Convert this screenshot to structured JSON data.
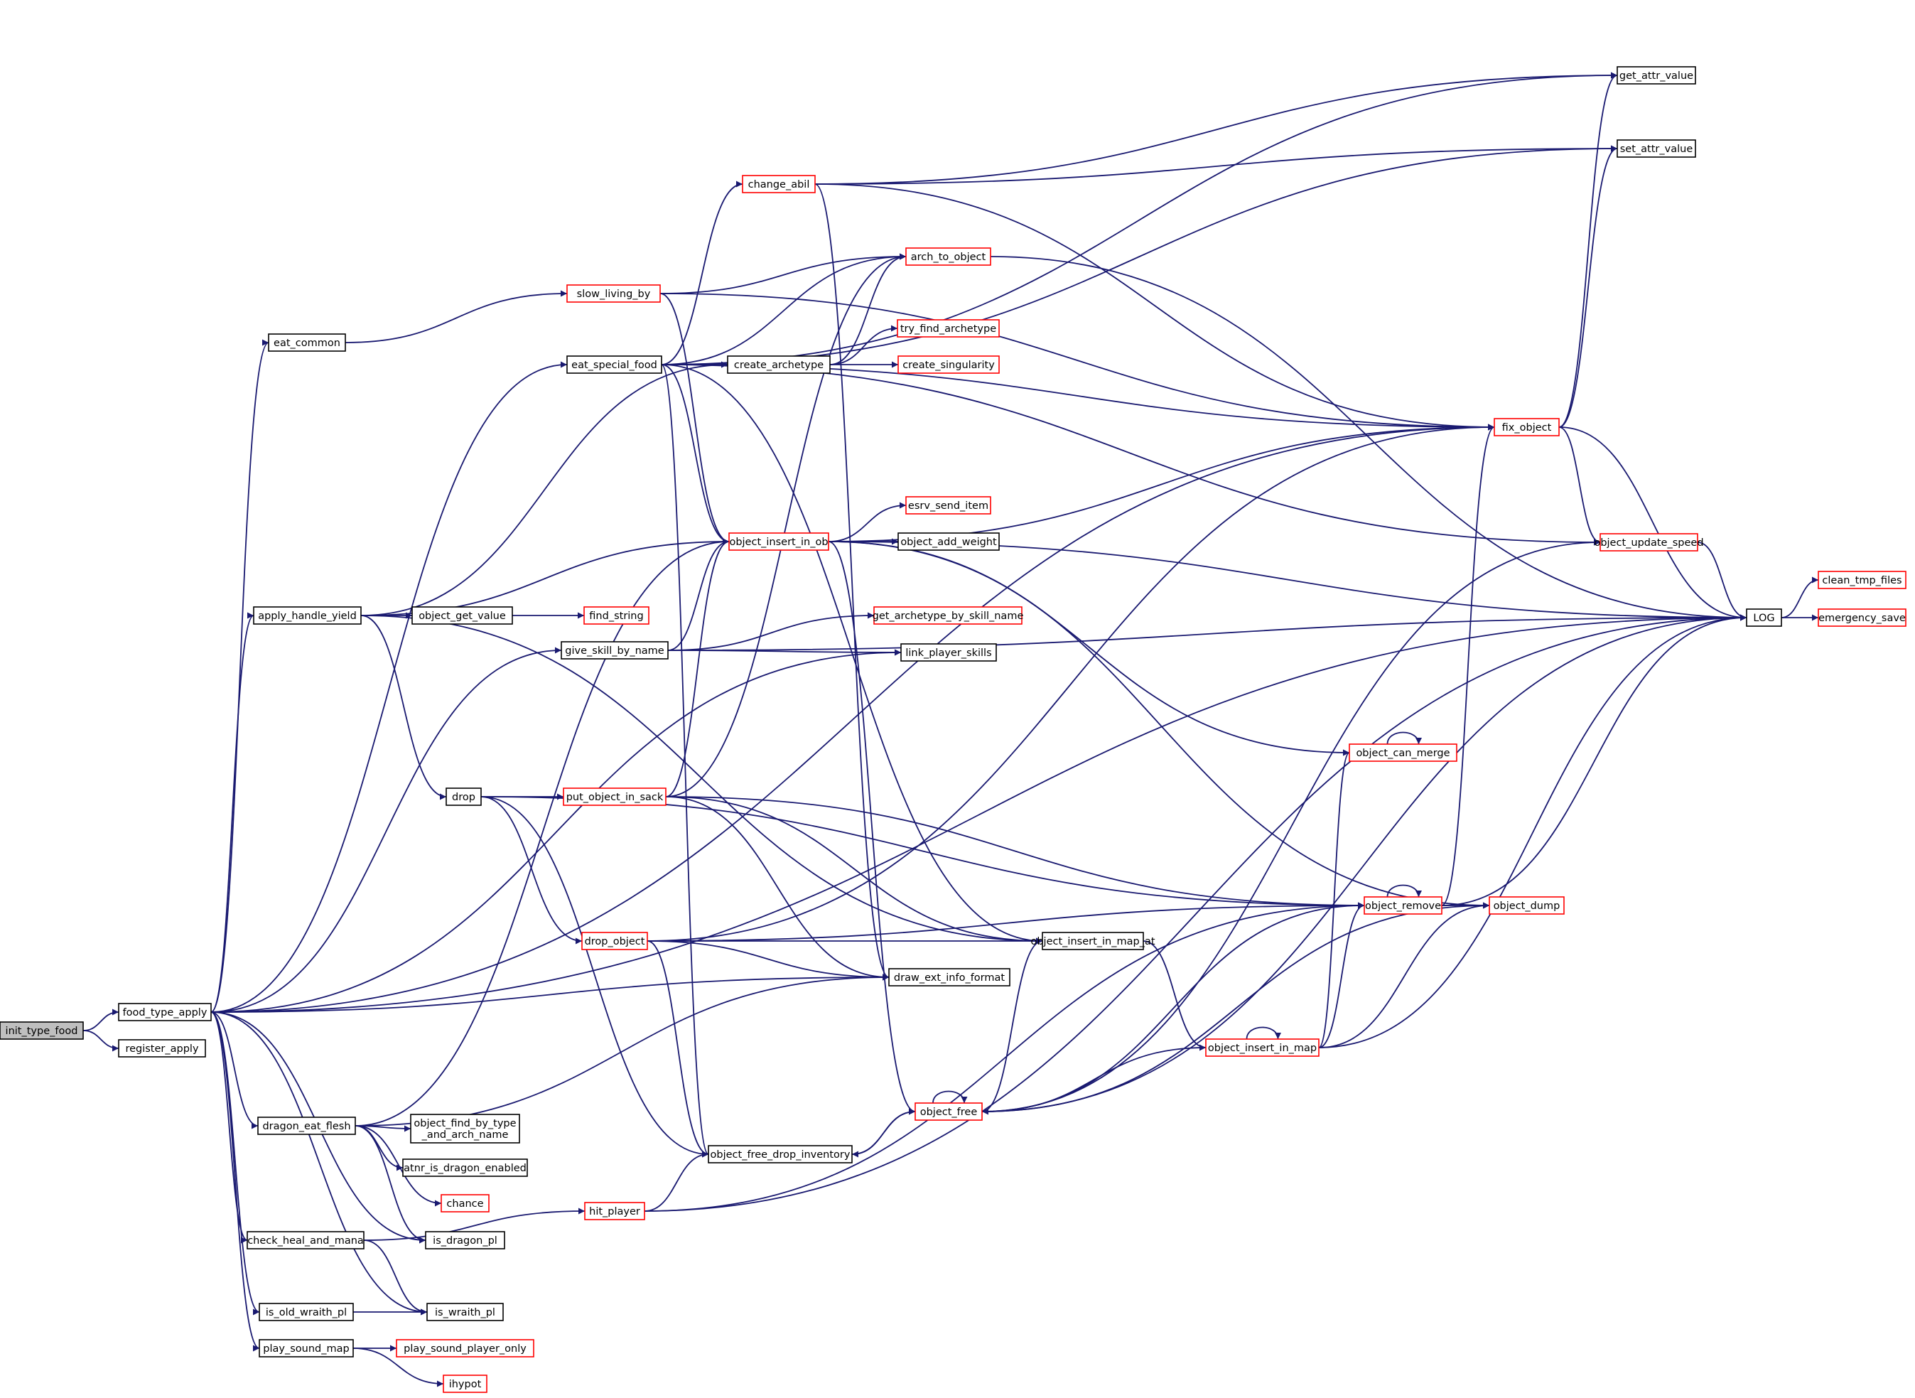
{
  "colors": {
    "edge": "#191970",
    "border_black": "#000000",
    "border_red": "#ff0000",
    "root_fill": "#bfbfbf",
    "node_fill": "#ffffff"
  },
  "nodes": [
    {
      "id": "init_type_food",
      "label": "init_type_food",
      "style": "root"
    },
    {
      "id": "food_type_apply",
      "label": "food_type_apply",
      "style": "black"
    },
    {
      "id": "register_apply",
      "label": "register_apply",
      "style": "black"
    },
    {
      "id": "eat_common",
      "label": "eat_common",
      "style": "black"
    },
    {
      "id": "apply_handle_yield",
      "label": "apply_handle_yield",
      "style": "black"
    },
    {
      "id": "dragon_eat_flesh",
      "label": "dragon_eat_flesh",
      "style": "black"
    },
    {
      "id": "check_heal_and_mana",
      "label": "check_heal_and_mana",
      "style": "black"
    },
    {
      "id": "is_old_wraith_pl",
      "label": "is_old_wraith_pl",
      "style": "black"
    },
    {
      "id": "play_sound_map",
      "label": "play_sound_map",
      "style": "black"
    },
    {
      "id": "slow_living_by",
      "label": "slow_living_by",
      "style": "red"
    },
    {
      "id": "eat_special_food",
      "label": "eat_special_food",
      "style": "black"
    },
    {
      "id": "object_get_value",
      "label": "object_get_value",
      "style": "black"
    },
    {
      "id": "give_skill_by_name",
      "label": "give_skill_by_name",
      "style": "black"
    },
    {
      "id": "drop",
      "label": "drop",
      "style": "black"
    },
    {
      "id": "object_find_by_type_and_arch_name",
      "label": "object_find_by_type\n_and_arch_name",
      "style": "black"
    },
    {
      "id": "atnr_is_dragon_enabled",
      "label": "atnr_is_dragon_enabled",
      "style": "black"
    },
    {
      "id": "chance",
      "label": "chance",
      "style": "red"
    },
    {
      "id": "is_dragon_pl",
      "label": "is_dragon_pl",
      "style": "black"
    },
    {
      "id": "is_wraith_pl",
      "label": "is_wraith_pl",
      "style": "black"
    },
    {
      "id": "play_sound_player_only",
      "label": "play_sound_player_only",
      "style": "red"
    },
    {
      "id": "ihypot",
      "label": "ihypot",
      "style": "red"
    },
    {
      "id": "change_abil",
      "label": "change_abil",
      "style": "red"
    },
    {
      "id": "create_archetype",
      "label": "create_archetype",
      "style": "black"
    },
    {
      "id": "find_string",
      "label": "find_string",
      "style": "red"
    },
    {
      "id": "put_object_in_sack",
      "label": "put_object_in_sack",
      "style": "red"
    },
    {
      "id": "drop_object",
      "label": "drop_object",
      "style": "red"
    },
    {
      "id": "hit_player",
      "label": "hit_player",
      "style": "red"
    },
    {
      "id": "object_free_drop_inventory",
      "label": "object_free_drop_inventory",
      "style": "black"
    },
    {
      "id": "arch_to_object",
      "label": "arch_to_object",
      "style": "red"
    },
    {
      "id": "try_find_archetype",
      "label": "try_find_archetype",
      "style": "red"
    },
    {
      "id": "create_singularity",
      "label": "create_singularity",
      "style": "red"
    },
    {
      "id": "esrv_send_item",
      "label": "esrv_send_item",
      "style": "red"
    },
    {
      "id": "object_insert_in_ob",
      "label": "object_insert_in_ob",
      "style": "red"
    },
    {
      "id": "object_add_weight",
      "label": "object_add_weight",
      "style": "black"
    },
    {
      "id": "get_archetype_by_skill_name",
      "label": "get_archetype_by_skill_name",
      "style": "red"
    },
    {
      "id": "link_player_skills",
      "label": "link_player_skills",
      "style": "black"
    },
    {
      "id": "object_insert_in_map_at",
      "label": "object_insert_in_map_at",
      "style": "black"
    },
    {
      "id": "draw_ext_info_format",
      "label": "draw_ext_info_format",
      "style": "black"
    },
    {
      "id": "object_free",
      "label": "object_free",
      "style": "red"
    },
    {
      "id": "object_can_merge",
      "label": "object_can_merge",
      "style": "red"
    },
    {
      "id": "object_remove",
      "label": "object_remove",
      "style": "red"
    },
    {
      "id": "object_insert_in_map",
      "label": "object_insert_in_map",
      "style": "red"
    },
    {
      "id": "get_attr_value",
      "label": "get_attr_value",
      "style": "black"
    },
    {
      "id": "set_attr_value",
      "label": "set_attr_value",
      "style": "black"
    },
    {
      "id": "fix_object",
      "label": "fix_object",
      "style": "red"
    },
    {
      "id": "object_update_speed",
      "label": "object_update_speed",
      "style": "red"
    },
    {
      "id": "object_dump",
      "label": "object_dump",
      "style": "red"
    },
    {
      "id": "LOG",
      "label": "LOG",
      "style": "black"
    },
    {
      "id": "clean_tmp_files",
      "label": "clean_tmp_files",
      "style": "red"
    },
    {
      "id": "emergency_save",
      "label": "emergency_save",
      "style": "red"
    }
  ],
  "edges": [
    [
      "init_type_food",
      "food_type_apply"
    ],
    [
      "init_type_food",
      "register_apply"
    ],
    [
      "food_type_apply",
      "LOG"
    ],
    [
      "food_type_apply",
      "eat_common"
    ],
    [
      "food_type_apply",
      "eat_special_food"
    ],
    [
      "food_type_apply",
      "apply_handle_yield"
    ],
    [
      "food_type_apply",
      "give_skill_by_name"
    ],
    [
      "food_type_apply",
      "link_player_skills"
    ],
    [
      "food_type_apply",
      "fix_object"
    ],
    [
      "food_type_apply",
      "draw_ext_info_format"
    ],
    [
      "food_type_apply",
      "dragon_eat_flesh"
    ],
    [
      "food_type_apply",
      "is_dragon_pl"
    ],
    [
      "food_type_apply",
      "check_heal_and_mana"
    ],
    [
      "food_type_apply",
      "is_old_wraith_pl"
    ],
    [
      "food_type_apply",
      "is_wraith_pl"
    ],
    [
      "food_type_apply",
      "play_sound_map"
    ],
    [
      "eat_common",
      "slow_living_by"
    ],
    [
      "slow_living_by",
      "arch_to_object"
    ],
    [
      "slow_living_by",
      "object_insert_in_ob"
    ],
    [
      "slow_living_by",
      "fix_object"
    ],
    [
      "eat_special_food",
      "change_abil"
    ],
    [
      "eat_special_food",
      "arch_to_object"
    ],
    [
      "eat_special_food",
      "create_archetype"
    ],
    [
      "eat_special_food",
      "get_attr_value"
    ],
    [
      "eat_special_food",
      "set_attr_value"
    ],
    [
      "eat_special_food",
      "fix_object"
    ],
    [
      "eat_special_food",
      "object_insert_in_ob"
    ],
    [
      "eat_special_food",
      "object_update_speed"
    ],
    [
      "eat_special_food",
      "object_free_drop_inventory"
    ],
    [
      "eat_special_food",
      "object_insert_in_map_at"
    ],
    [
      "apply_handle_yield",
      "create_archetype"
    ],
    [
      "apply_handle_yield",
      "object_insert_in_ob"
    ],
    [
      "apply_handle_yield",
      "object_get_value"
    ],
    [
      "apply_handle_yield",
      "drop"
    ],
    [
      "apply_handle_yield",
      "object_insert_in_map_at"
    ],
    [
      "object_get_value",
      "find_string"
    ],
    [
      "give_skill_by_name",
      "get_archetype_by_skill_name"
    ],
    [
      "give_skill_by_name",
      "object_insert_in_ob"
    ],
    [
      "give_skill_by_name",
      "link_player_skills"
    ],
    [
      "give_skill_by_name",
      "LOG"
    ],
    [
      "drop",
      "put_object_in_sack"
    ],
    [
      "drop",
      "drop_object"
    ],
    [
      "drop",
      "object_remove"
    ],
    [
      "drop",
      "object_free_drop_inventory"
    ],
    [
      "put_object_in_sack",
      "object_insert_in_ob"
    ],
    [
      "put_object_in_sack",
      "arch_to_object"
    ],
    [
      "put_object_in_sack",
      "object_remove"
    ],
    [
      "put_object_in_sack",
      "object_insert_in_map_at"
    ],
    [
      "put_object_in_sack",
      "draw_ext_info_format"
    ],
    [
      "drop_object",
      "fix_object"
    ],
    [
      "drop_object",
      "object_remove"
    ],
    [
      "drop_object",
      "draw_ext_info_format"
    ],
    [
      "drop_object",
      "object_insert_in_map_at"
    ],
    [
      "drop_object",
      "object_free_drop_inventory"
    ],
    [
      "dragon_eat_flesh",
      "object_find_by_type_and_arch_name"
    ],
    [
      "dragon_eat_flesh",
      "atnr_is_dragon_enabled"
    ],
    [
      "dragon_eat_flesh",
      "chance"
    ],
    [
      "dragon_eat_flesh",
      "is_dragon_pl"
    ],
    [
      "dragon_eat_flesh",
      "object_insert_in_ob"
    ],
    [
      "dragon_eat_flesh",
      "draw_ext_info_format"
    ],
    [
      "check_heal_and_mana",
      "hit_player"
    ],
    [
      "check_heal_and_mana",
      "is_wraith_pl"
    ],
    [
      "is_old_wraith_pl",
      "is_wraith_pl"
    ],
    [
      "play_sound_map",
      "play_sound_player_only"
    ],
    [
      "play_sound_map",
      "ihypot"
    ],
    [
      "hit_player",
      "object_free_drop_inventory"
    ],
    [
      "hit_player",
      "object_remove"
    ],
    [
      "hit_player",
      "LOG"
    ],
    [
      "change_abil",
      "get_attr_value"
    ],
    [
      "change_abil",
      "set_attr_value"
    ],
    [
      "change_abil",
      "fix_object"
    ],
    [
      "change_abil",
      "draw_ext_info_format"
    ],
    [
      "create_archetype",
      "arch_to_object"
    ],
    [
      "create_archetype",
      "try_find_archetype"
    ],
    [
      "create_archetype",
      "create_singularity"
    ],
    [
      "arch_to_object",
      "LOG"
    ],
    [
      "object_insert_in_ob",
      "esrv_send_item"
    ],
    [
      "object_insert_in_ob",
      "object_add_weight"
    ],
    [
      "object_insert_in_ob",
      "fix_object"
    ],
    [
      "object_insert_in_ob",
      "LOG"
    ],
    [
      "object_insert_in_ob",
      "object_can_merge"
    ],
    [
      "object_insert_in_ob",
      "object_free"
    ],
    [
      "object_insert_in_ob",
      "object_dump"
    ],
    [
      "object_insert_in_map_at",
      "object_insert_in_map"
    ],
    [
      "object_free",
      "object_free"
    ],
    [
      "object_free",
      "object_free_drop_inventory"
    ],
    [
      "object_free",
      "object_insert_in_map_at"
    ],
    [
      "object_free",
      "object_remove"
    ],
    [
      "object_free",
      "object_update_speed"
    ],
    [
      "object_free",
      "object_dump"
    ],
    [
      "object_free",
      "LOG"
    ],
    [
      "object_free_drop_inventory",
      "object_free"
    ],
    [
      "object_can_merge",
      "object_can_merge"
    ],
    [
      "object_remove",
      "object_remove"
    ],
    [
      "object_remove",
      "fix_object"
    ],
    [
      "object_remove",
      "object_dump"
    ],
    [
      "object_remove",
      "LOG"
    ],
    [
      "object_insert_in_map",
      "object_insert_in_map"
    ],
    [
      "object_insert_in_map",
      "object_can_merge"
    ],
    [
      "object_insert_in_map",
      "object_remove"
    ],
    [
      "object_insert_in_map",
      "object_free"
    ],
    [
      "object_insert_in_map",
      "object_dump"
    ],
    [
      "object_insert_in_map",
      "LOG"
    ],
    [
      "fix_object",
      "get_attr_value"
    ],
    [
      "fix_object",
      "set_attr_value"
    ],
    [
      "fix_object",
      "object_update_speed"
    ],
    [
      "fix_object",
      "LOG"
    ],
    [
      "object_update_speed",
      "LOG"
    ],
    [
      "LOG",
      "clean_tmp_files"
    ],
    [
      "LOG",
      "emergency_save"
    ]
  ]
}
